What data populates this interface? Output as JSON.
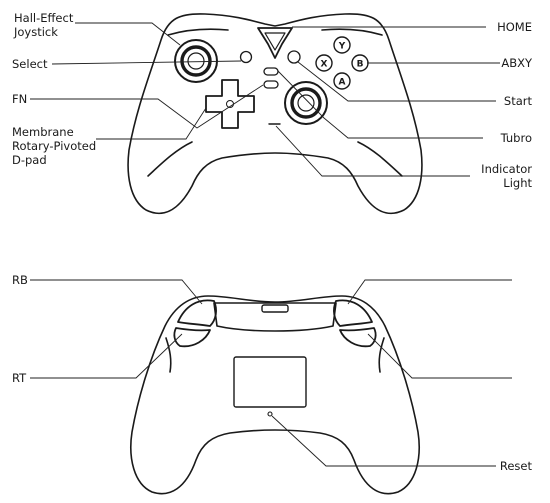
{
  "front_view": {
    "labels": {
      "hall_effect_joystick": "Hall-Effect\nJoystick",
      "select": "Select",
      "fn": "FN",
      "dpad": "Membrane\nRotary-Pivoted\nD-pad",
      "home": "HOME",
      "abxy": "ABXY",
      "start": "Start",
      "turbo": "Tubro",
      "indicator_light": "Indicator\nLight"
    },
    "face_buttons": {
      "y": "Y",
      "x": "X",
      "b": "B",
      "a": "A"
    }
  },
  "back_view": {
    "labels": {
      "rb": "RB",
      "rt": "RT",
      "reset": "Reset"
    }
  }
}
